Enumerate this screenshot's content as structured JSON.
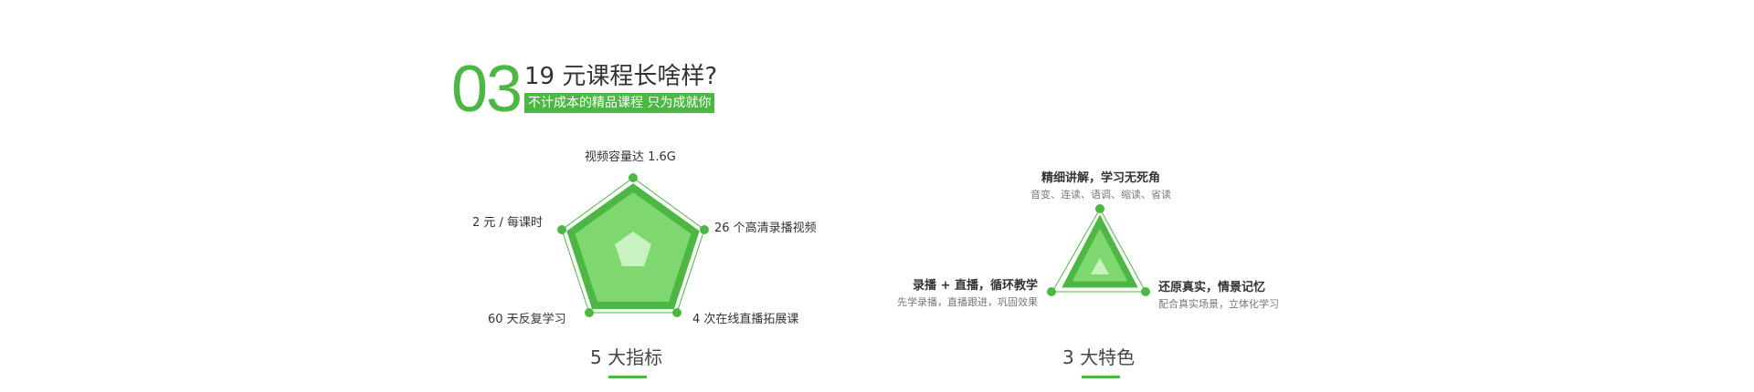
{
  "section": {
    "number": "03",
    "title": "19 元课程长啥样?",
    "subtitle": "不计成本的精品课程 只为成就你"
  },
  "metrics": {
    "caption": "5 大指标",
    "items": [
      {
        "label": "视频容量达 1.6G"
      },
      {
        "label": "26 个高清录播视频"
      },
      {
        "label": "4 次在线直播拓展课"
      },
      {
        "label": "60 天反复学习"
      },
      {
        "label": "2 元 / 每课时"
      }
    ]
  },
  "features": {
    "caption": "3 大特色",
    "items": [
      {
        "title": "精细讲解，学习无死角",
        "desc": "音变、连读、语调、缩读、省读"
      },
      {
        "title": "还原真实，情景记忆",
        "desc": "配合真实场景，立体化学习"
      },
      {
        "title": "录播 + 直播，循环教学",
        "desc": "先学录播，直播跟进，巩固效果"
      }
    ]
  },
  "colors": {
    "accent": "#4cb843",
    "fill": "#7ed86f",
    "inner": "#c8f2c0"
  }
}
